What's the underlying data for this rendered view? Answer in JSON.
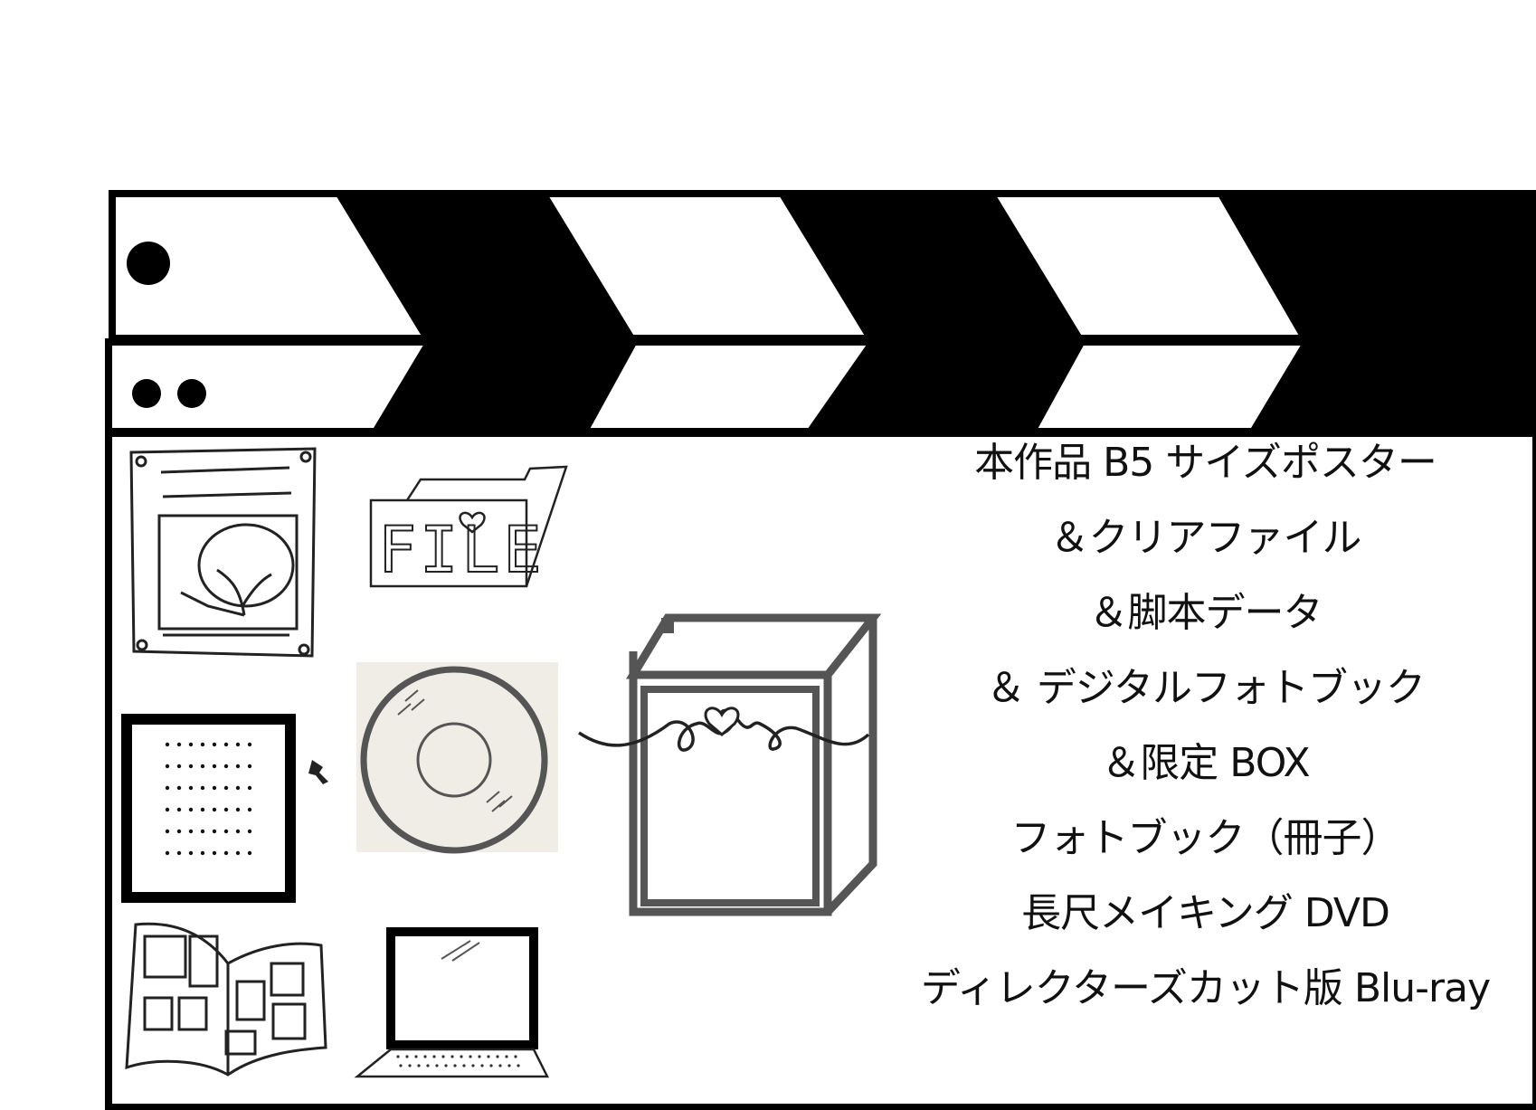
{
  "items": [
    "本作品 B5 サイズポスター",
    "＆クリアファイル",
    "＆脚本データ",
    "＆ デジタルフォトブック",
    "＆限定 BOX",
    "フォトブック（冊子）",
    "長尺メイキング DVD",
    "ディレクターズカット版 Blu-ray"
  ],
  "file_icon_text": "FILE",
  "colors": {
    "ink": "#000000",
    "paper": "#ffffff",
    "gray": "#555555",
    "disc_bg": "#f0ede6"
  }
}
